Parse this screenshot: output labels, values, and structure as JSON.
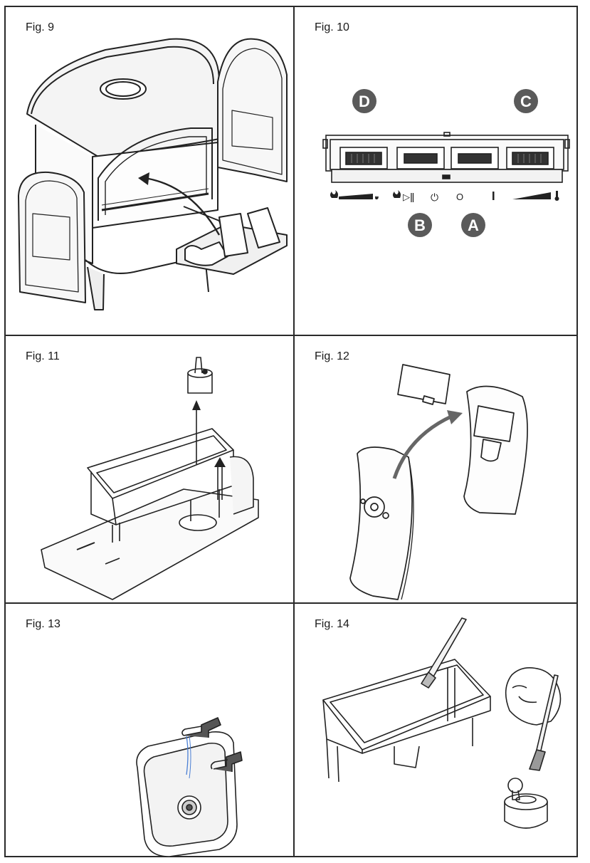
{
  "figures": [
    {
      "id": "fig9",
      "label": "Fig. 9"
    },
    {
      "id": "fig10",
      "label": "Fig. 10"
    },
    {
      "id": "fig11",
      "label": "Fig. 11"
    },
    {
      "id": "fig12",
      "label": "Fig. 12"
    },
    {
      "id": "fig13",
      "label": "Fig. 13"
    },
    {
      "id": "fig14",
      "label": "Fig. 14"
    }
  ],
  "fig10": {
    "markers": {
      "a": "A",
      "b": "B",
      "c": "C",
      "d": "D"
    },
    "symbols": {
      "power": "⏻",
      "off": "O",
      "on": "I",
      "play_pause": "▷ǁ"
    }
  },
  "colors": {
    "ink": "#1a1a1a",
    "marker_fill": "#5a5a5a",
    "border": "#2a2a2a"
  }
}
